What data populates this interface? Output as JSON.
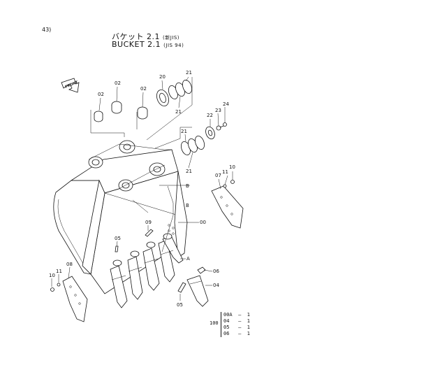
{
  "page_number": "43)",
  "title": {
    "jp": "バケット 2.1",
    "jp_sub": "(新JIS)",
    "en": "BUCKET 2.1",
    "en_sub": "(JIS 94)"
  },
  "front_label": "FRONT",
  "callouts": [
    {
      "id": "c02a",
      "text": "02"
    },
    {
      "id": "c02b",
      "text": "02"
    },
    {
      "id": "c02c",
      "text": "02"
    },
    {
      "id": "c20",
      "text": "20"
    },
    {
      "id": "c21a",
      "text": "21"
    },
    {
      "id": "c21b",
      "text": "21"
    },
    {
      "id": "c21c",
      "text": "21"
    },
    {
      "id": "c21d",
      "text": "21"
    },
    {
      "id": "c22",
      "text": "22"
    },
    {
      "id": "c23",
      "text": "23"
    },
    {
      "id": "c24",
      "text": "24"
    },
    {
      "id": "c07",
      "text": "07"
    },
    {
      "id": "c11a",
      "text": "11"
    },
    {
      "id": "c10a",
      "text": "10"
    },
    {
      "id": "cB",
      "text": "B"
    },
    {
      "id": "cB2",
      "text": "B"
    },
    {
      "id": "c00",
      "text": "00"
    },
    {
      "id": "c09",
      "text": "09"
    },
    {
      "id": "c05a",
      "text": "05"
    },
    {
      "id": "cA",
      "text": "A"
    },
    {
      "id": "c06",
      "text": "06"
    },
    {
      "id": "c04",
      "text": "04"
    },
    {
      "id": "c05b",
      "text": "05"
    },
    {
      "id": "c08",
      "text": "08"
    },
    {
      "id": "c11b",
      "text": "11"
    },
    {
      "id": "c10b",
      "text": "10"
    }
  ],
  "assembly_table": {
    "key": "100",
    "rows": [
      "00A  —  1",
      "04   —  1",
      "05   —  1",
      "06   —  1"
    ]
  }
}
